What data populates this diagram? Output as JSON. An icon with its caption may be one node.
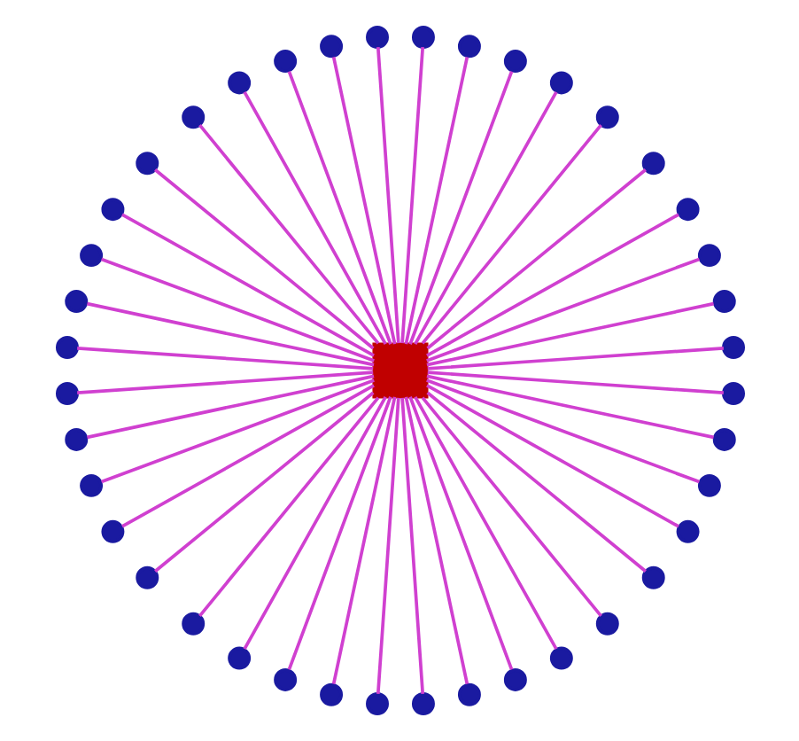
{
  "diagram": {
    "nodes": [
      {
        "text": [],
        "shape": "box"
      },
      {
        "text": [],
        "shape": "circle"
      },
      {
        "text": [],
        "shape": "circle"
      },
      {
        "text": [],
        "shape": "circle"
      },
      {
        "text": [],
        "shape": "circle"
      },
      {
        "text": [],
        "shape": "circle"
      },
      {
        "text": [],
        "shape": "circle"
      },
      {
        "text": [],
        "shape": "circle"
      },
      {
        "text": [],
        "shape": "circle"
      },
      {
        "text": [],
        "shape": "circle"
      },
      {
        "text": [],
        "shape": "circle"
      },
      {
        "text": [],
        "shape": "circle"
      },
      {
        "text": [],
        "shape": "circle"
      },
      {
        "text": [],
        "shape": "circle"
      },
      {
        "text": [],
        "shape": "circle"
      },
      {
        "text": [],
        "shape": "circle"
      },
      {
        "text": [],
        "shape": "circle"
      },
      {
        "text": [],
        "shape": "circle"
      },
      {
        "text": [],
        "shape": "circle"
      },
      {
        "text": [],
        "shape": "circle"
      },
      {
        "text": [],
        "shape": "circle"
      },
      {
        "text": [],
        "shape": "circle"
      },
      {
        "text": [],
        "shape": "circle"
      },
      {
        "text": [],
        "shape": "circle"
      },
      {
        "text": [],
        "shape": "circle"
      },
      {
        "text": [],
        "shape": "circle"
      },
      {
        "text": [],
        "shape": "circle"
      },
      {
        "text": [],
        "shape": "circle"
      },
      {
        "text": [],
        "shape": "circle"
      },
      {
        "text": [],
        "shape": "circle"
      },
      {
        "text": [],
        "shape": "circle"
      },
      {
        "text": [],
        "shape": "circle"
      },
      {
        "text": [],
        "shape": "circle"
      },
      {
        "text": [],
        "shape": "circle"
      },
      {
        "text": [],
        "shape": "circle"
      },
      {
        "text": [],
        "shape": "circle"
      },
      {
        "text": [],
        "shape": "circle"
      },
      {
        "text": [],
        "shape": "circle"
      },
      {
        "text": [],
        "shape": "circle"
      },
      {
        "text": [],
        "shape": "circle"
      },
      {
        "text": [],
        "shape": "circle"
      }
    ],
    "edges": [
      {
        "from": 0,
        "to": 1,
        "arrow": "none"
      },
      {
        "from": 0,
        "to": 2,
        "arrow": "none"
      },
      {
        "from": 0,
        "to": 3,
        "arrow": "none"
      },
      {
        "from": 0,
        "to": 4,
        "arrow": "none"
      },
      {
        "from": 0,
        "to": 5,
        "arrow": "none"
      },
      {
        "from": 0,
        "to": 6,
        "arrow": "none"
      },
      {
        "from": 0,
        "to": 7,
        "arrow": "none"
      },
      {
        "from": 0,
        "to": 8,
        "arrow": "none"
      },
      {
        "from": 0,
        "to": 9,
        "arrow": "none"
      },
      {
        "from": 0,
        "to": 10,
        "arrow": "none"
      },
      {
        "from": 0,
        "to": 11,
        "arrow": "none"
      },
      {
        "from": 0,
        "to": 12,
        "arrow": "none"
      },
      {
        "from": 0,
        "to": 13,
        "arrow": "none"
      },
      {
        "from": 0,
        "to": 14,
        "arrow": "none"
      },
      {
        "from": 0,
        "to": 15,
        "arrow": "none"
      },
      {
        "from": 0,
        "to": 16,
        "arrow": "none"
      },
      {
        "from": 0,
        "to": 17,
        "arrow": "none"
      },
      {
        "from": 0,
        "to": 18,
        "arrow": "none"
      },
      {
        "from": 0,
        "to": 19,
        "arrow": "none"
      },
      {
        "from": 0,
        "to": 20,
        "arrow": "none"
      },
      {
        "from": 0,
        "to": 21,
        "arrow": "none"
      },
      {
        "from": 0,
        "to": 22,
        "arrow": "none"
      },
      {
        "from": 0,
        "to": 23,
        "arrow": "none"
      },
      {
        "from": 0,
        "to": 24,
        "arrow": "none"
      },
      {
        "from": 0,
        "to": 25,
        "arrow": "none"
      },
      {
        "from": 0,
        "to": 26,
        "arrow": "none"
      },
      {
        "from": 0,
        "to": 27,
        "arrow": "none"
      },
      {
        "from": 0,
        "to": 28,
        "arrow": "none"
      },
      {
        "from": 0,
        "to": 29,
        "arrow": "none"
      },
      {
        "from": 0,
        "to": 30,
        "arrow": "none"
      },
      {
        "from": 0,
        "to": 31,
        "arrow": "none"
      },
      {
        "from": 0,
        "to": 32,
        "arrow": "none"
      },
      {
        "from": 0,
        "to": 33,
        "arrow": "none"
      },
      {
        "from": 0,
        "to": 34,
        "arrow": "none"
      },
      {
        "from": 0,
        "to": 35,
        "arrow": "none"
      },
      {
        "from": 0,
        "to": 36,
        "arrow": "none"
      },
      {
        "from": 0,
        "to": 37,
        "arrow": "none"
      },
      {
        "from": 0,
        "to": 38,
        "arrow": "none"
      },
      {
        "from": 0,
        "to": 39,
        "arrow": "none"
      },
      {
        "from": 0,
        "to": 40,
        "arrow": "none"
      }
    ]
  }
}
